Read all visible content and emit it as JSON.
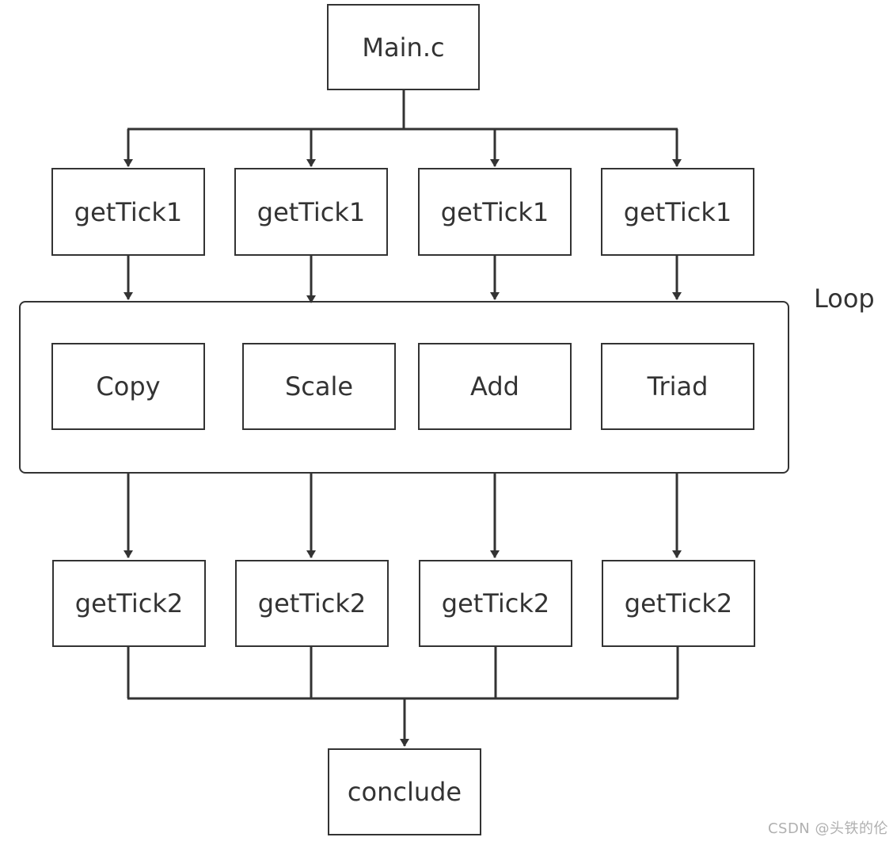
{
  "diagram": {
    "root": "Main.c",
    "start_ticks": [
      "getTick1",
      "getTick1",
      "getTick1",
      "getTick1"
    ],
    "loop": {
      "label": "Loop",
      "kernels": [
        "Copy",
        "Scale",
        "Add",
        "Triad"
      ]
    },
    "end_ticks": [
      "getTick2",
      "getTick2",
      "getTick2",
      "getTick2"
    ],
    "sink": "conclude"
  },
  "watermark": "CSDN @头铁的伦",
  "colors": {
    "stroke": "#333333",
    "background": "#ffffff",
    "watermark": "#b0b0b0"
  }
}
